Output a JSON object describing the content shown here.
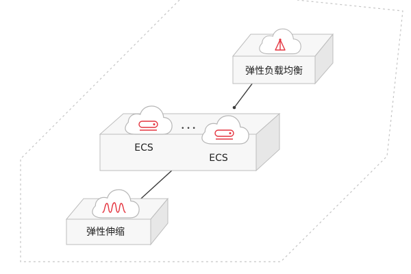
{
  "colors": {
    "boundary_dash": "#c4c4c4",
    "platform_top": "#f7f7f7",
    "platform_side": "#e7e7e7",
    "platform_stroke": "#bdbdbd",
    "cloud_fill": "#ffffff",
    "cloud_stroke": "#b6b6b6",
    "icon_red": "#e4343f",
    "connector": "#3a3a3a"
  },
  "diagram": {
    "load_balancer": {
      "label": "弹性负载均衡",
      "icon": "load-balancer-icon"
    },
    "ecs_group": {
      "instances": [
        {
          "label": "ECS",
          "icon": "server-icon"
        },
        {
          "label": "ECS",
          "icon": "server-icon"
        }
      ],
      "ellipsis": "• • •"
    },
    "auto_scaling": {
      "label": "弹性伸缩",
      "icon": "auto-scaling-wave-icon"
    }
  }
}
